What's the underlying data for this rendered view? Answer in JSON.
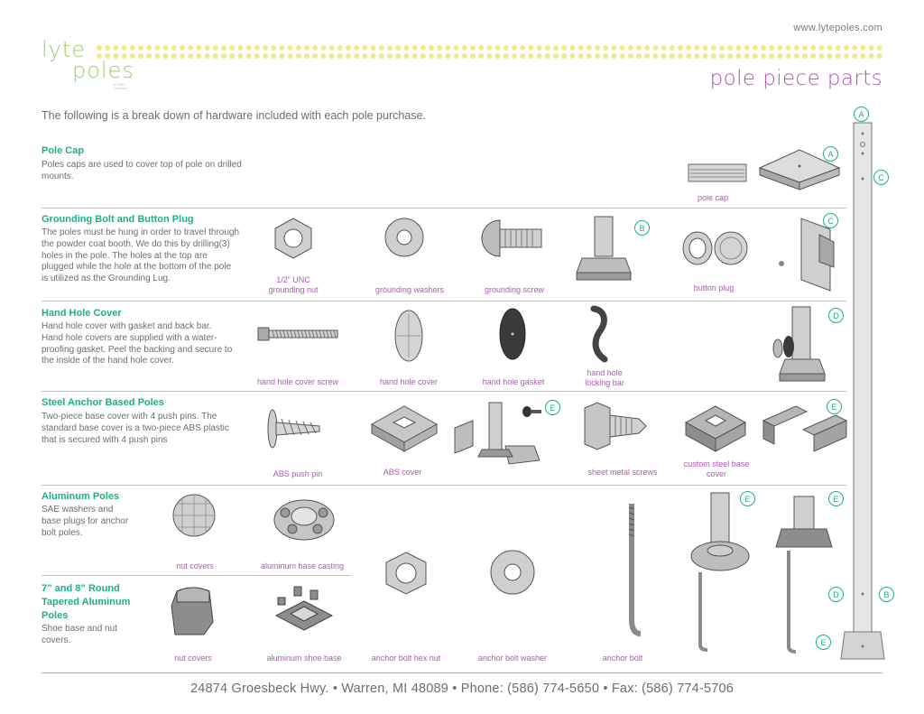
{
  "header": {
    "url": "www.lytepoles.com",
    "logo_line1": "lyte",
    "logo_line2": "poles",
    "logo_tagline": "a DMH company",
    "page_title": "pole piece parts"
  },
  "intro": "The following is a break down of hardware included with each pole purchase.",
  "sections": {
    "pole_cap": {
      "title": "Pole Cap",
      "description": "Poles caps are used to cover top of pole on drilled mounts."
    },
    "grounding": {
      "title": "Grounding Bolt and Button Plug",
      "description": "The poles must be hung in order to travel through the powder coat booth. We do this by drilling(3) holes in the pole. The holes at the top are plugged while the hole at the bottom of the pole is utilized as the Grounding Lug."
    },
    "hand_hole": {
      "title": "Hand Hole Cover",
      "description": "Hand hole cover with gasket and back bar. Hand hole covers are supplied with a water-proofing gasket. Peel the backing and secure to the inside of the hand hole cover."
    },
    "steel_anchor": {
      "title": "Steel Anchor Based Poles",
      "description": "Two-piece base cover with 4 push pins. The standard base cover is a two-piece ABS plastic that is secured with 4 push pins"
    },
    "aluminum": {
      "title": "Aluminum Poles",
      "description": "SAE washers and base plugs for anchor bolt poles."
    },
    "tapered": {
      "title": "7” and 8” Round Tapered Aluminum Poles",
      "description": "Shoe base and nut covers."
    }
  },
  "labels": {
    "pole_cap": "pole cap",
    "grounding_nut": "1/2” UNC grounding nut",
    "grounding_washers": "grounding washers",
    "grounding_screw": "grounding screw",
    "button_plug": "button plug",
    "hand_hole_cover_screw": "hand hole cover screw",
    "hand_hole_cover": "hand hole cover",
    "hand_hole_gasket": "hand hole gasket",
    "hand_hole_locking_bar": "hand hole locking bar",
    "abs_push_pin": "ABS push pin",
    "abs_cover": "ABS cover",
    "sheet_metal_screws": "sheet metal screws",
    "custom_steel_base_cover": "custom steel base cover",
    "nut_covers_1": "nut covers",
    "aluminum_base_casting": "aluminum base casting",
    "nut_covers_2": "nut covers",
    "aluminum_shoe_base": "aluminum shoe base",
    "anchor_bolt_hex_nut": "anchor bolt hex nut",
    "anchor_bolt_washer": "anchor bolt washer",
    "anchor_bolt": "anchor bolt"
  },
  "callouts": {
    "a": "A",
    "b": "B",
    "c": "C",
    "d": "D",
    "e": "E"
  },
  "footer": {
    "address": "24874 Groesbeck Hwy. • Warren, MI 48089 •  Phone: (586) 774-5650 • Fax: (586) 774-5706"
  },
  "colors": {
    "accent_green": "#1fae8a",
    "label_purple": "#b155b9",
    "logo_green": "#9ccf6a",
    "dot_yellow": "#f2e98a",
    "text_gray": "#6d6e71"
  }
}
